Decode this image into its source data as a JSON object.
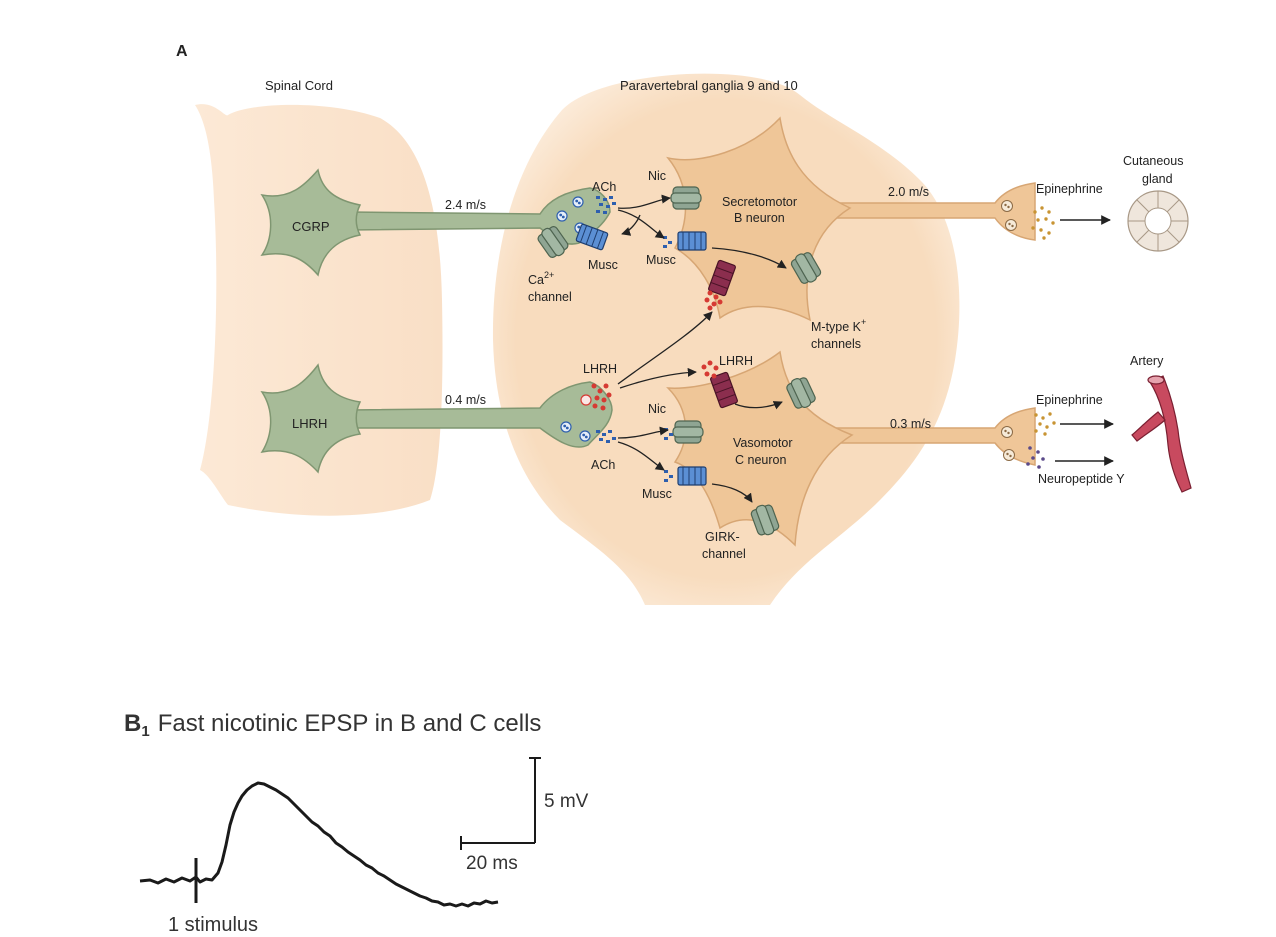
{
  "panel_a": {
    "letter": "A",
    "region_spinal": "Spinal Cord",
    "region_ganglia": "Paravertebral ganglia 9 and 10",
    "neuron_cgrp": "CGRP",
    "neuron_lhrh": "LHRH",
    "velocity_top_pre": "2.4 m/s",
    "velocity_bottom_pre": "0.4 m/s",
    "velocity_top_post": "2.0 m/s",
    "velocity_bottom_post": "0.3 m/s",
    "ach_top": "ACh",
    "ach_bottom": "ACh",
    "nic_top": "Nic",
    "nic_bottom": "Nic",
    "musc_1": "Musc",
    "musc_2": "Musc",
    "musc_3": "Musc",
    "ca_channel_line1": "Ca",
    "ca_channel_sup": "2+",
    "ca_channel_line2": "channel",
    "secretomotor_line1": "Secretomotor",
    "secretomotor_line2": "B neuron",
    "vasomotor_line1": "Vasomotor",
    "vasomotor_line2": "C neuron",
    "mtype_line1": "M-type K",
    "mtype_sup": "+",
    "mtype_line2": "channels",
    "lhrh_release": "LHRH",
    "lhrh_receptor": "LHRH",
    "girk_line1": "GIRK-",
    "girk_line2": "channel",
    "epinephrine_top": "Epinephrine",
    "epinephrine_bottom": "Epinephrine",
    "neuropeptide": "Neuropeptide Y",
    "gland_line1": "Cutaneous",
    "gland_line2": "gland",
    "artery": "Artery"
  },
  "panel_b1": {
    "label_main": "B",
    "label_sub": "1",
    "title": "Fast nicotinic EPSP in B and C cells",
    "scale_voltage": "5 mV",
    "scale_time": "20 ms",
    "stimulus_label": "1 stimulus"
  },
  "colors": {
    "tissue": "#fbe3cc",
    "ganglion": "#f8dcbe",
    "green_neuron": "#a7bb98",
    "green_stroke": "#7f9671",
    "tan_neuron": "#efc698",
    "tan_stroke": "#d7a674",
    "channel_green": "#8fa593",
    "receptor_blue": "#5b8fd4",
    "lhrh_receptor": "#8b2e4e",
    "ach_dots": "#2e5fae",
    "lhrh_dots": "#d63a33",
    "epinephrine_dots": "#c89433",
    "npy_dots": "#5b4a8a",
    "artery": "#c84a5f"
  }
}
